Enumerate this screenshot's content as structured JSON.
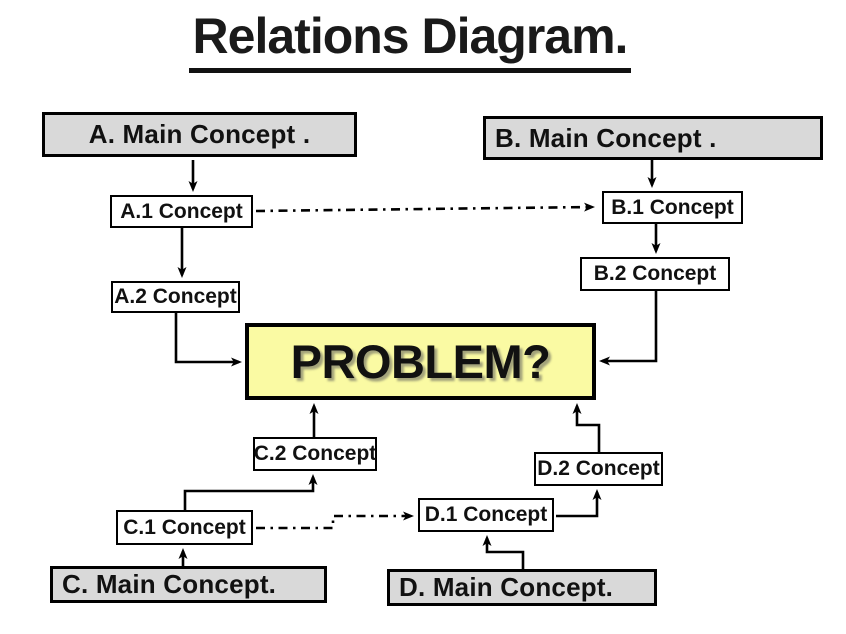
{
  "title": "Relations Diagram.",
  "colors": {
    "main_box_fill": "#d9d9d9",
    "sub_box_fill": "#ffffff",
    "problem_fill": "#fafaa3",
    "line": "#000000"
  },
  "boxes": {
    "a_main": "A. Main Concept .",
    "b_main": "B. Main Concept .",
    "c_main": "C. Main Concept.",
    "d_main": "D. Main Concept.",
    "a1": "A.1 Concept",
    "a2": "A.2 Concept",
    "b1": "B.1 Concept",
    "b2": "B.2 Concept",
    "c1": "C.1 Concept",
    "c2": "C.2 Concept",
    "d1": "D.1 Concept",
    "d2": "D.2 Concept",
    "problem": "PROBLEM?"
  }
}
